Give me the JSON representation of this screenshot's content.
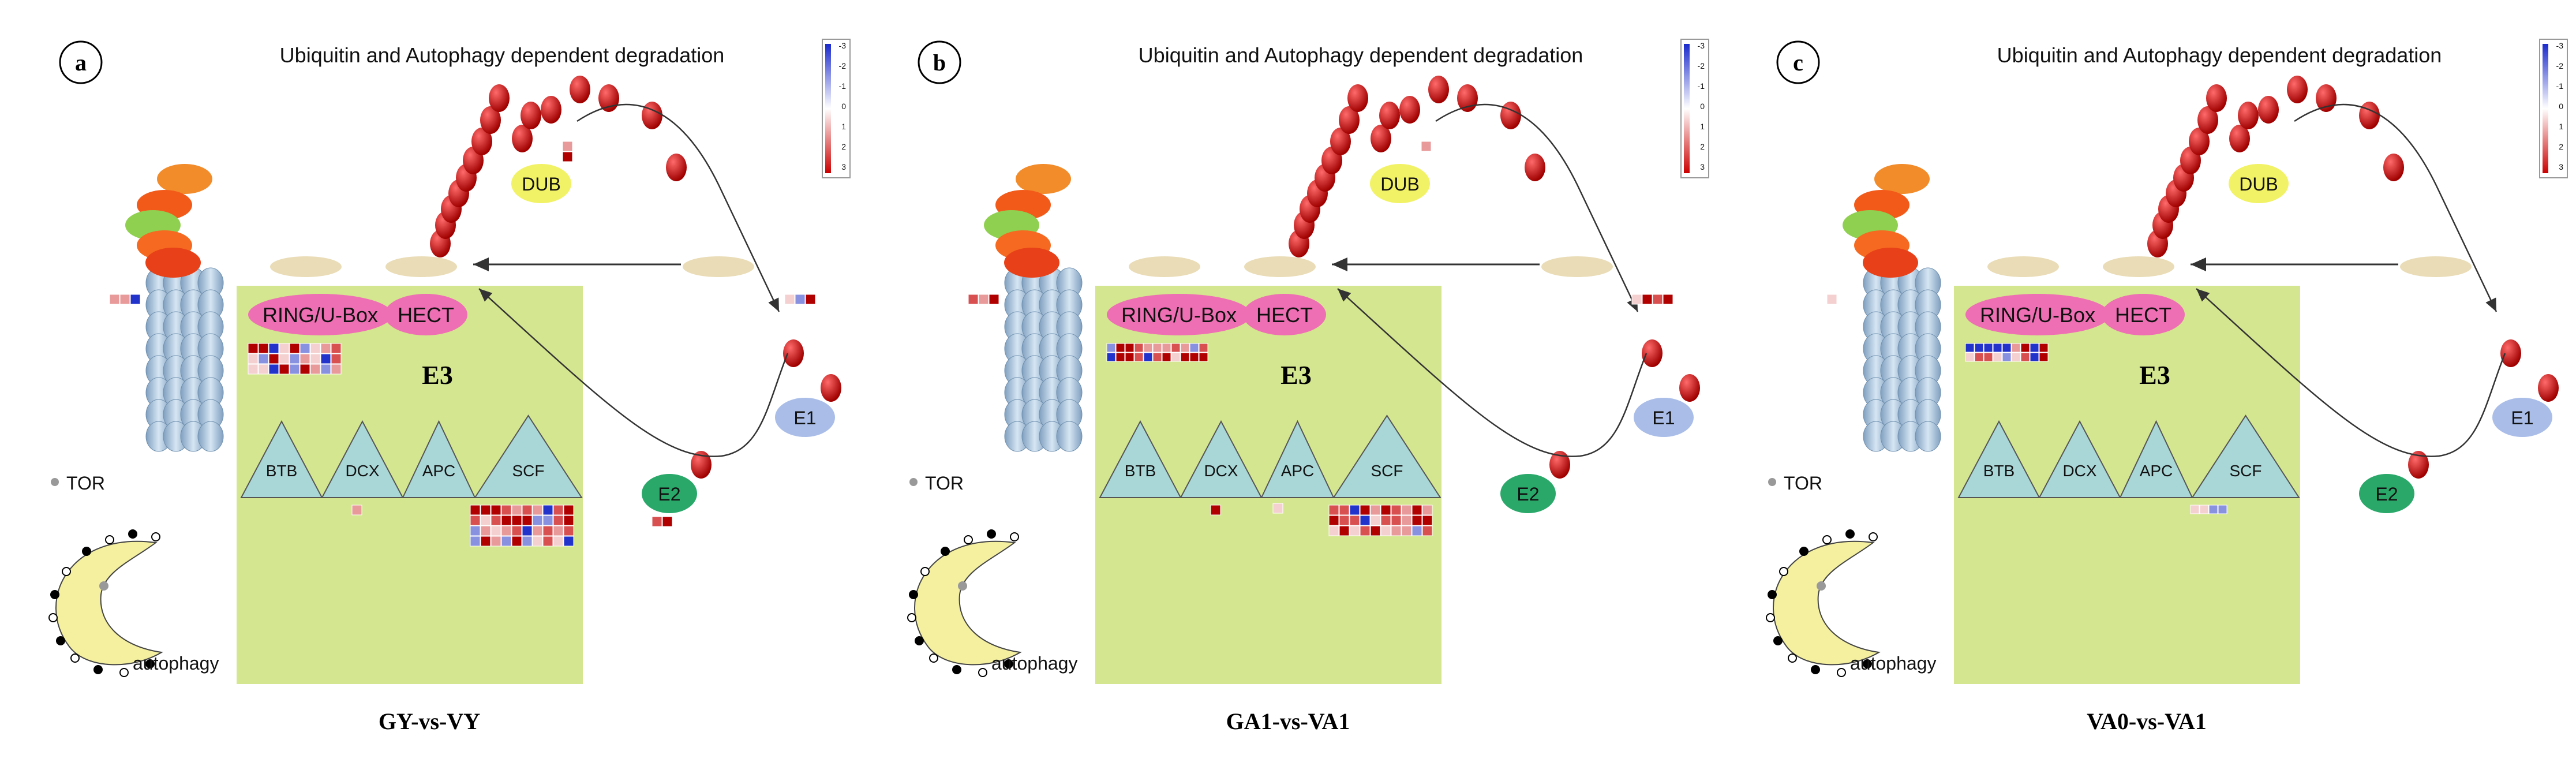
{
  "panels": [
    {
      "letter": "a",
      "title": "Ubiquitin and Autophagy dependent degradation",
      "caption": "GY-vs-VY",
      "labels": {
        "dub": "DUB",
        "ring": "RING/U-Box",
        "hect": "HECT",
        "e3": "E3",
        "btb": "BTB",
        "dcx": "DCX",
        "apc": "APC",
        "scf": "SCF",
        "e1": "E1",
        "e2": "E2",
        "tor": "TOR",
        "autophagy": "autophagy"
      },
      "colorbar_ticks": [
        "-3",
        "-2",
        "-1",
        "0",
        "1",
        "2",
        "3"
      ]
    },
    {
      "letter": "b",
      "title": "Ubiquitin and Autophagy dependent degradation",
      "caption": "GA1-vs-VA1",
      "labels": {
        "dub": "DUB",
        "ring": "RING/U-Box",
        "hect": "HECT",
        "e3": "E3",
        "btb": "BTB",
        "dcx": "DCX",
        "apc": "APC",
        "scf": "SCF",
        "e1": "E1",
        "e2": "E2",
        "tor": "TOR",
        "autophagy": "autophagy"
      },
      "colorbar_ticks": [
        "-3",
        "-2",
        "-1",
        "0",
        "1",
        "2",
        "3"
      ]
    },
    {
      "letter": "c",
      "title": "Ubiquitin and Autophagy dependent degradation",
      "caption": "VA0-vs-VA1",
      "labels": {
        "dub": "DUB",
        "ring": "RING/U-Box",
        "hect": "HECT",
        "e3": "E3",
        "btb": "BTB",
        "dcx": "DCX",
        "apc": "APC",
        "scf": "SCF",
        "e1": "E1",
        "e2": "E2",
        "tor": "TOR",
        "autophagy": "autophagy"
      },
      "colorbar_ticks": [
        "-3",
        "-2",
        "-1",
        "0",
        "1",
        "2",
        "3"
      ]
    }
  ],
  "colors": {
    "e3_box": "#d4e68f",
    "ring_hect": "#ee6fb3",
    "triangle": "#a9d6d7",
    "ubiquitin": "#cc0000",
    "dub": "#f2f266",
    "e1": "#a9bde8",
    "e2": "#2aa86a",
    "proteasome": "#a8c4dc",
    "substrate": "#e9dcb6",
    "autophagosome": "#f4f0a0",
    "heat_pos": "#d42020",
    "heat_neg": "#2233cc"
  }
}
